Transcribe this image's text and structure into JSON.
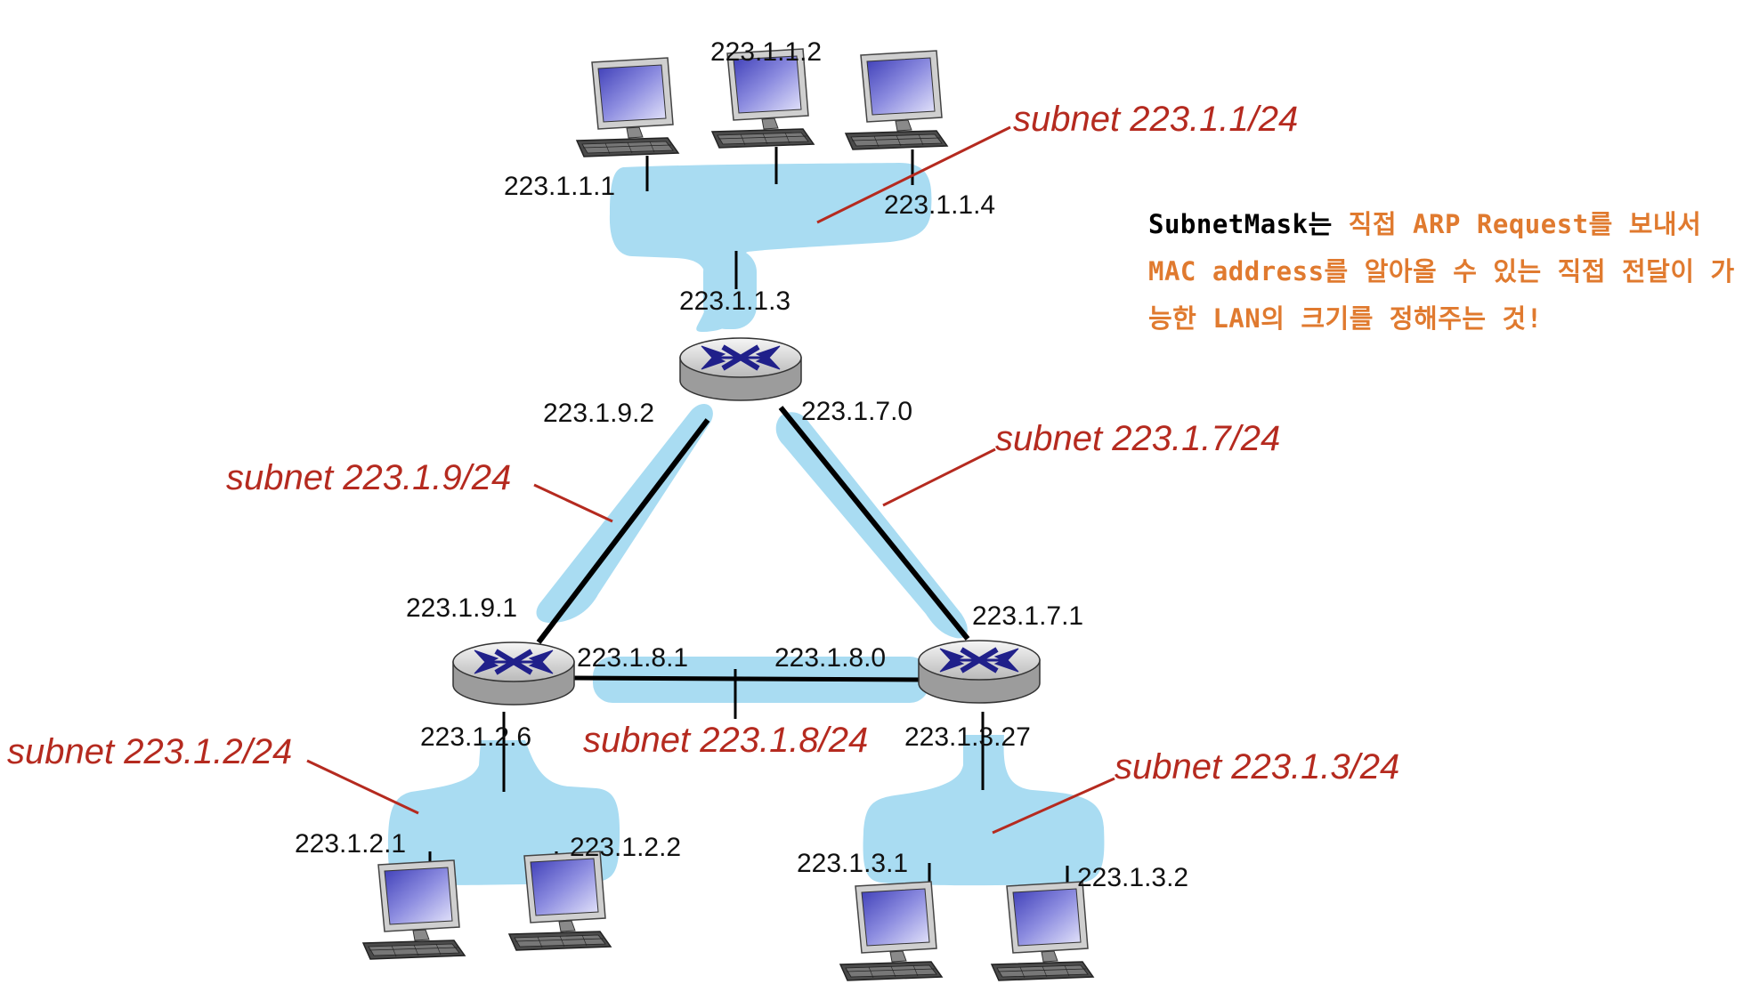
{
  "colors": {
    "subnet_fill": "#a9dcf2",
    "subnet_label": "#b52a1f",
    "pointer_line": "#b52a1f",
    "link": "#000000",
    "router_icon": "#20208a",
    "note_black": "#000000",
    "note_orange": "#e07a2f"
  },
  "interfaces": {
    "h_1_1_1": "223.1.1.1",
    "h_1_1_2": "223.1.1.2",
    "h_1_1_4": "223.1.1.4",
    "r_1_1_3": "223.1.1.3",
    "r_1_9_2": "223.1.9.2",
    "r_1_7_0": "223.1.7.0",
    "r_1_9_1": "223.1.9.1",
    "r_1_7_1": "223.1.7.1",
    "r_1_8_1": "223.1.8.1",
    "r_1_8_0": "223.1.8.0",
    "r_1_2_6": "223.1.2.6",
    "r_1_3_27": "223.1.3.27",
    "h_1_2_1": "223.1.2.1",
    "h_1_2_2": "223.1.2.2",
    "h_1_3_1": "223.1.3.1",
    "h_1_3_2": "223.1.3.2"
  },
  "subnets": {
    "s1": "subnet 223.1.1/24",
    "s7": "subnet 223.1.7/24",
    "s9": "subnet 223.1.9/24",
    "s8": "subnet 223.1.8/24",
    "s2": "subnet 223.1.2/24",
    "s3": "subnet 223.1.3/24"
  },
  "icons": {
    "host": "desktop-computer-icon",
    "router": "router-icon"
  },
  "note": {
    "part_black": "SubnetMask는",
    "part_orange": " 직접 ARP Request를 보내서 MAC address를 알아올 수 있는 직접 전달이 가능한 LAN의 크기를 정해주는 것!"
  }
}
